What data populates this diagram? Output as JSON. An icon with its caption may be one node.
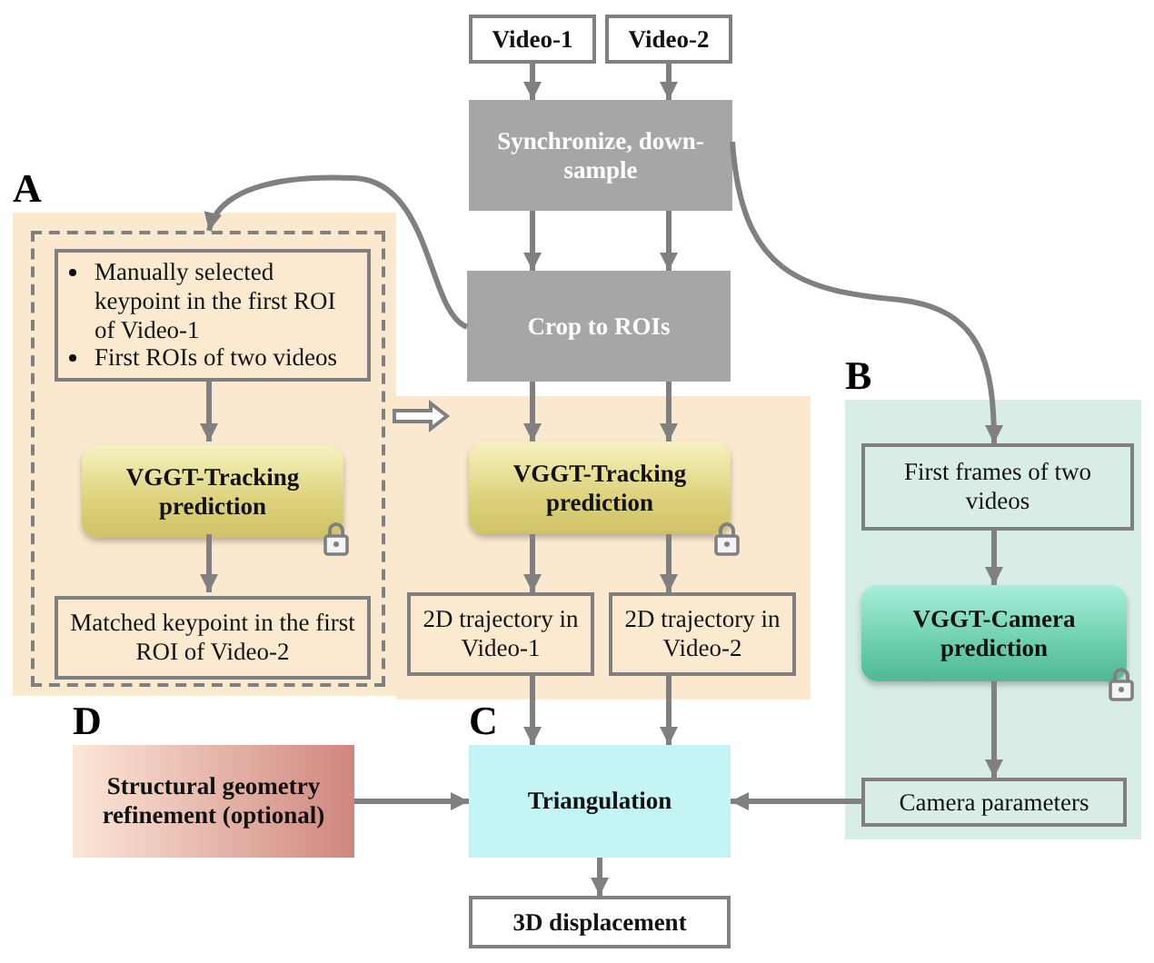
{
  "diagram": {
    "nodes": [
      {
        "text": [
          "Video-1"
        ]
      },
      {
        "text": [
          "Video-2"
        ]
      },
      {
        "text": [
          "Synchronize, down-sample"
        ]
      },
      {
        "text": [
          "A"
        ]
      },
      {
        "text": [],
        "shape": "box",
        "in": 3
      },
      {
        "text": [
          "Manually selected keypoint in the first ROI of Video-1",
          "First ROIs of two videos"
        ],
        "in": 4
      },
      {
        "text": [
          "Crop to ROIs"
        ]
      },
      {
        "text": [
          "VGGT-Tracking prediction"
        ],
        "in": 4
      },
      {
        "text": [
          "VGGT-Tracking prediction"
        ]
      },
      {
        "text": [
          "B"
        ]
      },
      {
        "text": [
          "First frames of two videos"
        ],
        "in": 9
      },
      {
        "text": [
          "Matched keypoint in the first ROI of Video-2"
        ],
        "in": 4
      },
      {
        "text": [
          "2D trajectory in Video-1"
        ]
      },
      {
        "text": [
          "2D trajectory in Video-2"
        ]
      },
      {
        "text": [
          "VGGT-Camera prediction"
        ],
        "in": 9
      },
      {
        "text": [
          "D",
          "Structural geometry refinement (optional)"
        ]
      },
      {
        "text": [
          "C",
          "Triangulation"
        ]
      },
      {
        "text": [
          "Camera parameters"
        ],
        "in": 9
      },
      {
        "text": [
          "3D displacement"
        ]
      }
    ],
    "edges": [
      {
        "from": 0,
        "to": 2,
        "arrow": "to"
      },
      {
        "from": 1,
        "to": 2,
        "arrow": "to"
      },
      {
        "from": 2,
        "to": 6,
        "arrow": "to"
      },
      {
        "from": 2,
        "to": 6,
        "arrow": "to"
      },
      {
        "from": 6,
        "to": 4,
        "arrow": "to"
      },
      {
        "from": 2,
        "to": 10,
        "arrow": "to"
      },
      {
        "from": 5,
        "to": 7,
        "arrow": "to"
      },
      {
        "from": 7,
        "to": 11,
        "arrow": "to"
      },
      {
        "from": 4,
        "to": 8,
        "arrow": "to",
        "style": "thick"
      },
      {
        "from": 6,
        "to": 8,
        "arrow": "to"
      },
      {
        "from": 6,
        "to": 8,
        "arrow": "to"
      },
      {
        "from": 8,
        "to": 12,
        "arrow": "to"
      },
      {
        "from": 8,
        "to": 13,
        "arrow": "to"
      },
      {
        "from": 12,
        "to": 16,
        "arrow": "to"
      },
      {
        "from": 13,
        "to": 16,
        "arrow": "to"
      },
      {
        "from": 15,
        "to": 16,
        "arrow": "to"
      },
      {
        "from": 17,
        "to": 16,
        "arrow": "to"
      },
      {
        "from": 16,
        "to": 18,
        "arrow": "to"
      },
      {
        "from": 10,
        "to": 14,
        "arrow": "to"
      },
      {
        "from": 14,
        "to": 17,
        "arrow": "to"
      }
    ]
  }
}
